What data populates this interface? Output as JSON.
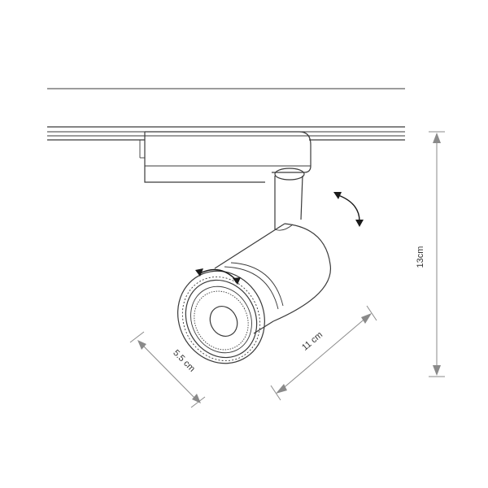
{
  "dimensions": {
    "height": "13cm",
    "length": "11 cm",
    "diameter": "5.5 cm"
  },
  "colors": {
    "outline": "#3a3a3a",
    "dimension_line": "#8a8a8a",
    "rotation_arrow": "#1a1a1a"
  },
  "icons": {
    "tilt": "curved-double-arrow-icon",
    "rotate": "rotate-arrow-icon"
  }
}
